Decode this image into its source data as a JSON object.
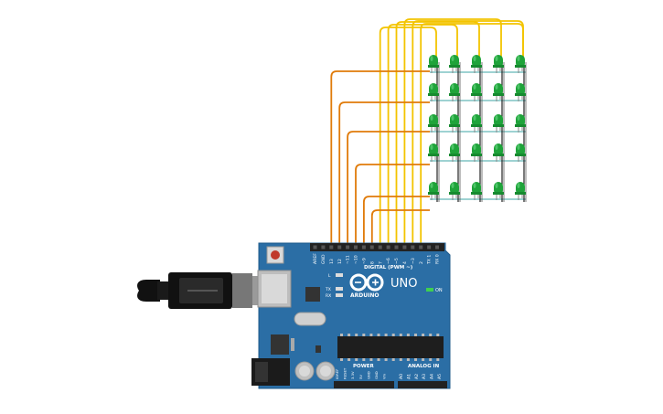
{
  "board": {
    "brand": "ARDUINO",
    "model": "UNO",
    "on_label": "ON",
    "digital_header_label": "DIGITAL (PWM ~)",
    "analog_header_label": "ANALOG IN",
    "power_header_label": "POWER",
    "led_labels": {
      "l": "L",
      "tx": "TX",
      "rx": "RX"
    },
    "digital_pins": [
      "AREF",
      "GND",
      "13",
      "12",
      "~11",
      "~10",
      "~9",
      "8",
      "7",
      "~6",
      "~5",
      "4",
      "~3",
      "2",
      "TX 1",
      "RX 0"
    ],
    "power_pins": [
      "IOREF",
      "RESET",
      "3.3V",
      "5V",
      "GND",
      "GND",
      "Vin"
    ],
    "analog_pins": [
      "A0",
      "A1",
      "A2",
      "A3",
      "A4",
      "A5"
    ],
    "colors": {
      "board": "#2b6ea5",
      "header": "#222222",
      "silkscreen": "#ffffff",
      "led_green": "#1fa33a",
      "wire_yellow": "#f3c400",
      "wire_orange": "#e07b0a",
      "wire_teal": "#7fc4c4"
    }
  },
  "led_matrix": {
    "rows": 5,
    "cols": 5,
    "led_color": "green"
  },
  "icons": {
    "usb": "usb-icon",
    "reset": "reset-button",
    "logo": "infinity-logo"
  }
}
